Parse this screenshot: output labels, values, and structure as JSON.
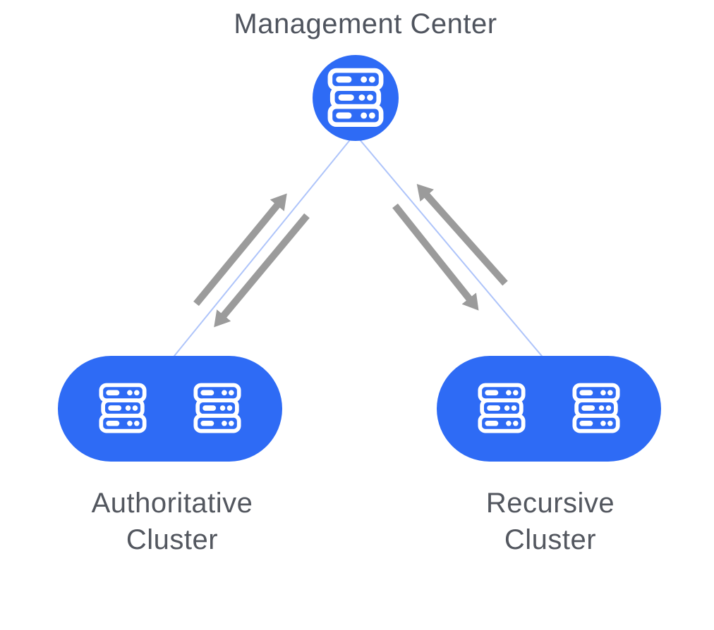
{
  "diagram": {
    "title": "Management Center",
    "nodes": {
      "management_center": {
        "label": "Management Center",
        "shape": "circle",
        "icon": "server-stack-icon",
        "server_count": 1
      },
      "authoritative_cluster": {
        "label": "Authoritative Cluster",
        "label_line1": "Authoritative",
        "label_line2": "Cluster",
        "shape": "pill",
        "icon": "server-stack-icon",
        "server_count": 2
      },
      "recursive_cluster": {
        "label": "Recursive Cluster",
        "label_line1": "Recursive",
        "label_line2": "Cluster",
        "shape": "pill",
        "icon": "server-stack-icon",
        "server_count": 2
      }
    },
    "connections": [
      {
        "from": "Management Center",
        "to": "Authoritative Cluster",
        "arrows": "bidirectional"
      },
      {
        "from": "Management Center",
        "to": "Recursive Cluster",
        "arrows": "bidirectional"
      }
    ],
    "colors": {
      "node_fill": "#2e6bf5",
      "icon": "#ffffff",
      "link_line": "#aec4fa",
      "arrow": "#9b9b9b",
      "title_text": "#4f545e",
      "label_text": "#53575f",
      "background": "#ffffff"
    }
  }
}
